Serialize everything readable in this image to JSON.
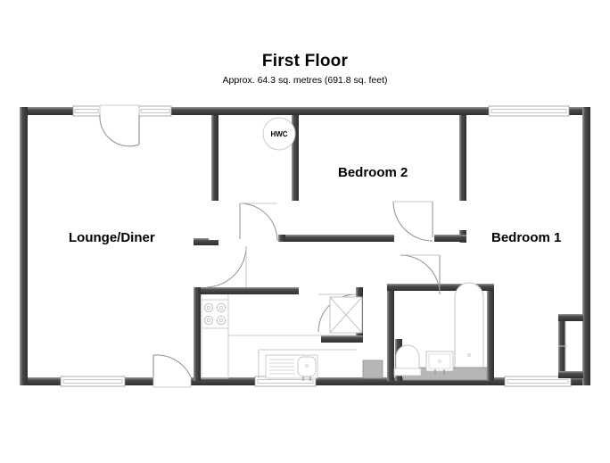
{
  "header": {
    "title": "First Floor",
    "subtitle": "Approx. 64.3 sq. metres (691.8 sq. feet)"
  },
  "rooms": [
    {
      "id": "lounge-diner",
      "label": "Lounge/Diner"
    },
    {
      "id": "bedroom-2",
      "label": "Bedroom 2"
    },
    {
      "id": "bedroom-1",
      "label": "Bedroom 1"
    }
  ],
  "annotations": {
    "hwc": "HWC"
  },
  "fixtures": [
    {
      "name": "hob",
      "room": "kitchen",
      "burners": 4
    },
    {
      "name": "sink",
      "room": "kitchen"
    },
    {
      "name": "bathtub",
      "room": "bathroom"
    },
    {
      "name": "washbasin",
      "room": "bathroom"
    },
    {
      "name": "toilet",
      "room": "bathroom"
    },
    {
      "name": "storage-cupboard",
      "room": "hallway"
    }
  ],
  "openings": {
    "doors": 7,
    "windows": 6
  },
  "colors": {
    "wall": "#3b3b3b",
    "wall_light": "#808080",
    "background": "#ffffff",
    "fixture_line": "#b4b4b4",
    "text": "#000000"
  }
}
